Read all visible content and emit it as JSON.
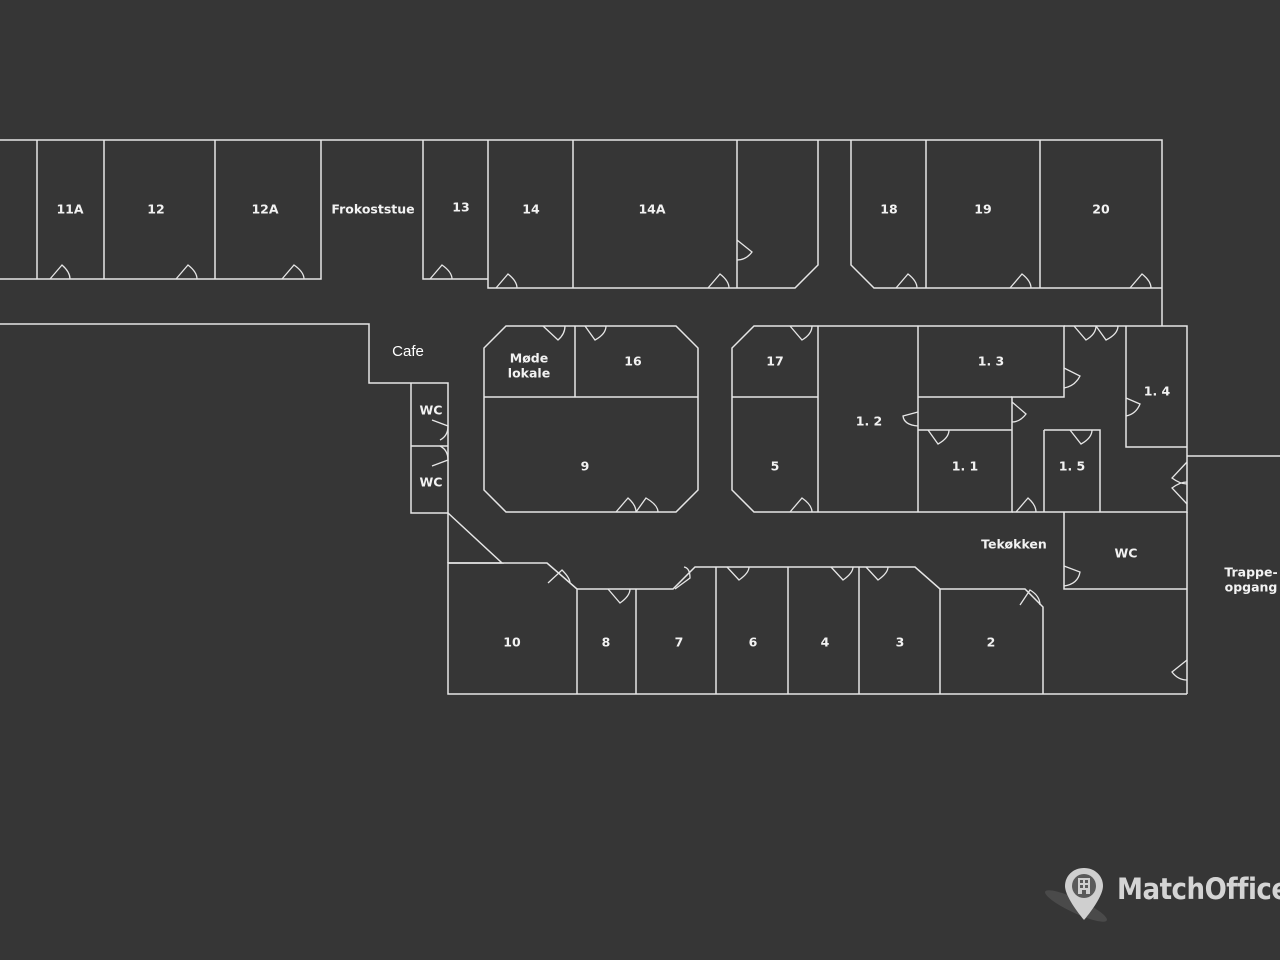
{
  "rooms": {
    "r11a": "11A",
    "r12": "12",
    "r12a": "12A",
    "frokoststue": "Frokoststue",
    "r13": "13",
    "r14": "14",
    "r14a": "14A",
    "r18": "18",
    "r19": "19",
    "r20": "20",
    "cafe": "Cafe",
    "wc_top": "WC",
    "wc_bottom": "WC",
    "mode_line1": "Møde",
    "mode_line2": "lokale",
    "r16": "16",
    "r9": "9",
    "r17": "17",
    "r5": "5",
    "r1_2": "1. 2",
    "r1_3": "1. 3",
    "r1_1": "1. 1",
    "r1_5": "1. 5",
    "r1_4": "1. 4",
    "tekokken": "Tekøkken",
    "wc_right": "WC",
    "trappe_line1": "Trappe-",
    "trappe_line2": "opgang",
    "r10": "10",
    "r8": "8",
    "r7": "7",
    "r6": "6",
    "r4": "4",
    "r3": "3",
    "r2": "2"
  },
  "brand": {
    "name": "MatchOffice",
    "icon": "map-pin-building-icon",
    "color": "#d4d4d4"
  },
  "colors": {
    "background": "#363636",
    "lines": "#e6e6e6"
  }
}
